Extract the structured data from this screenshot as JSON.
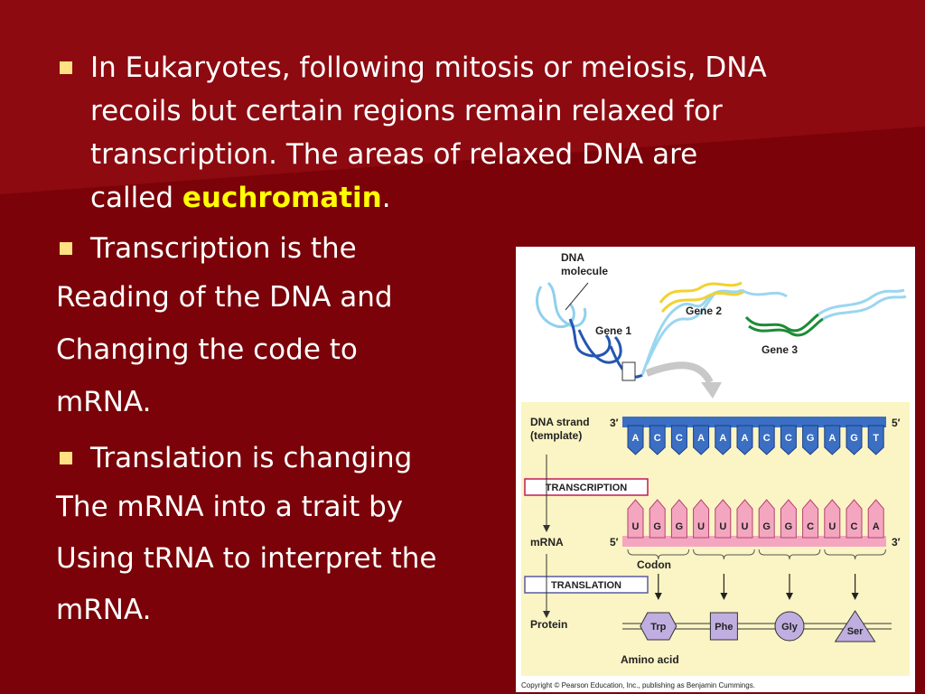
{
  "slide": {
    "bullet1": {
      "line1": "In Eukaryotes, following mitosis or meiosis, DNA",
      "line2": "recoils but certain regions remain relaxed for",
      "line3": "transcription.  The areas of relaxed DNA are",
      "line4_prefix": "called ",
      "highlight": "euchromatin",
      "line4_suffix": "."
    },
    "bullet2": {
      "head": "Transcription is the",
      "lines": [
        "Reading of the DNA and",
        "Changing the code to",
        "mRNA."
      ]
    },
    "bullet3": {
      "head": "Translation is changing",
      "lines": [
        "The mRNA into a trait by",
        "Using tRNA to interpret the",
        "mRNA."
      ]
    }
  },
  "figure": {
    "dna_molecule_label": [
      "DNA",
      "molecule"
    ],
    "gene1": "Gene 1",
    "gene2": "Gene 2",
    "gene3": "Gene 3",
    "dna_strand_label": [
      "DNA strand",
      "(template)"
    ],
    "end_3": "3′",
    "end_5": "5′",
    "dna_bases": [
      "A",
      "C",
      "C",
      "A",
      "A",
      "A",
      "C",
      "C",
      "G",
      "A",
      "G",
      "T"
    ],
    "transcription": "TRANSCRIPTION",
    "mrna_label": "mRNA",
    "mrna_bases": [
      "U",
      "G",
      "G",
      "U",
      "U",
      "U",
      "G",
      "G",
      "C",
      "U",
      "C",
      "A"
    ],
    "codon": "Codon",
    "translation": "TRANSLATION",
    "protein": "Protein",
    "amino_acids": [
      "Trp",
      "Phe",
      "Gly",
      "Ser"
    ],
    "amino_acid_label": "Amino acid",
    "copyright": "Copyright © Pearson Education, Inc., publishing as Benjamin Cummings."
  },
  "colors": {
    "background": "#7a0208",
    "text": "#ffffff",
    "highlight": "#ffff00",
    "bullet": "#ffe082",
    "dna_blue": "#3a6fc4",
    "mrna_pink": "#f4a6c0",
    "panel_yellow": "#fbf4c4",
    "amino_purple": "#c0aee0"
  }
}
